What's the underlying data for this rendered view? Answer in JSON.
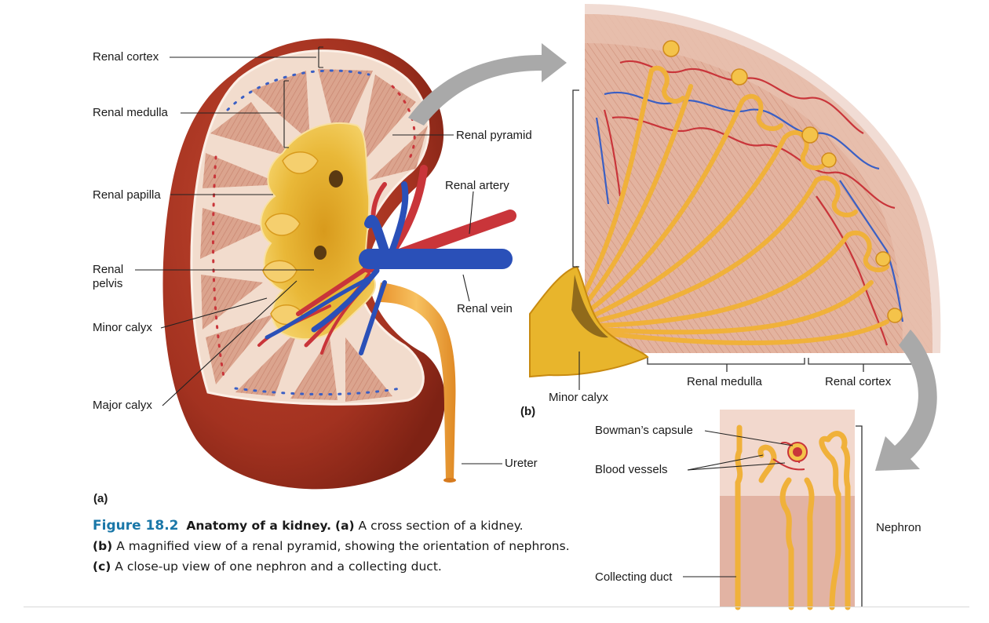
{
  "labels": {
    "renal_cortex_a": "Renal cortex",
    "renal_medulla_a": "Renal medulla",
    "renal_papilla": "Renal papilla",
    "renal_pelvis_1": "Renal",
    "renal_pelvis_2": "pelvis",
    "minor_calyx_a": "Minor calyx",
    "major_calyx": "Major calyx",
    "renal_pyramid": "Renal pyramid",
    "renal_artery": "Renal artery",
    "renal_vein": "Renal vein",
    "ureter": "Ureter",
    "minor_calyx_b": "Minor calyx",
    "renal_medulla_b": "Renal medulla",
    "renal_cortex_b": "Renal cortex",
    "bowmans_capsule": "Bowman’s capsule",
    "blood_vessels": "Blood vessels",
    "nephron": "Nephron",
    "collecting_duct": "Collecting duct"
  },
  "panels": {
    "a": "(a)",
    "b": "(b)"
  },
  "caption": {
    "figure": "Figure 18.2",
    "title": "Anatomy of a kidney.",
    "a_tag": "(a)",
    "a_text": " A cross section of a kidney.",
    "b_tag": "(b)",
    "b_text": " A magnified view of a renal pyramid, showing the orientation of nephrons.",
    "c_tag": "(c)",
    "c_text": " A close-up view of one nephron and a collecting duct."
  },
  "colors": {
    "capsule": "#a8321f",
    "cortex": "#e9c3ac",
    "pyramid": "#d9a08a",
    "pelvis": "#e8b52c",
    "artery": "#c9353a",
    "vein": "#2a50b8",
    "ureter": "#f0a83a",
    "arrow": "#a9a9a9",
    "caption_accent": "#1a77a8"
  }
}
